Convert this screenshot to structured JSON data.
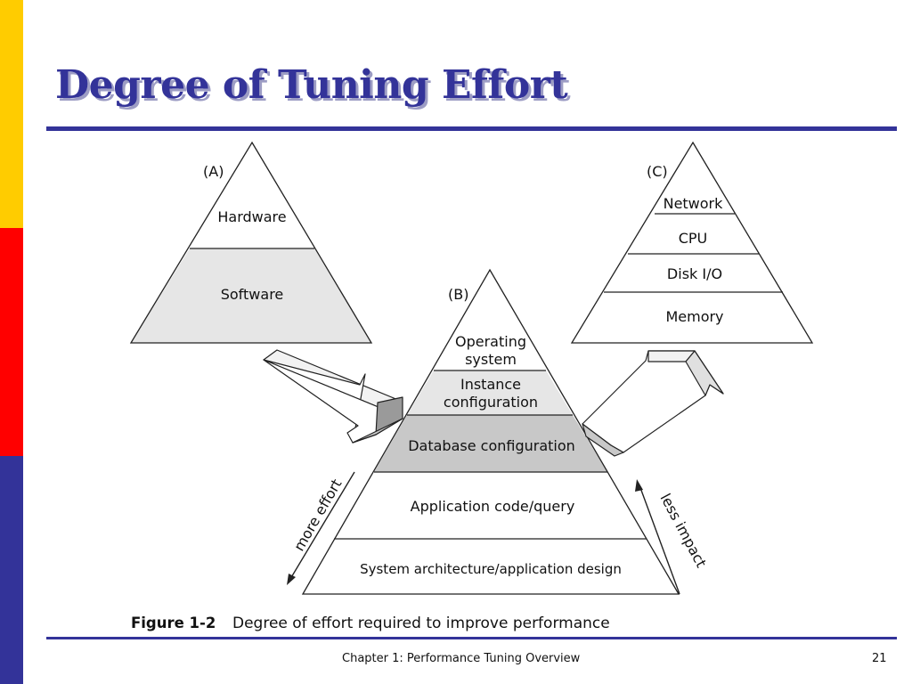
{
  "slide": {
    "title": "Degree of Tuning Effort",
    "footer_chapter": "Chapter 1: Performance Tuning Overview",
    "page_number": "21"
  },
  "figure": {
    "pyramid_a": {
      "label": "(A)",
      "layers": [
        "Hardware",
        "Software"
      ]
    },
    "pyramid_b": {
      "label": "(B)",
      "layers": [
        "Operating",
        "system",
        "Instance",
        "configuration",
        "Database configuration",
        "Application code/query",
        "System architecture/application  design"
      ]
    },
    "pyramid_c": {
      "label": "(C)",
      "layers": [
        "Network",
        "CPU",
        "Disk I/O",
        "Memory"
      ]
    },
    "side_labels": {
      "left": "more effort",
      "right": "less impact"
    },
    "caption": {
      "number": "Figure 1-2",
      "text": "Degree of effort required to improve performance"
    },
    "colors": {
      "shaded_layer": "#e6e6e6",
      "database_layer": "#c8c8c8",
      "arrow_dark": "#9a9a9a",
      "arrow_mid": "#c8c8c8",
      "arrow_light": "#f2f2f2",
      "stroke": "#222222"
    }
  }
}
